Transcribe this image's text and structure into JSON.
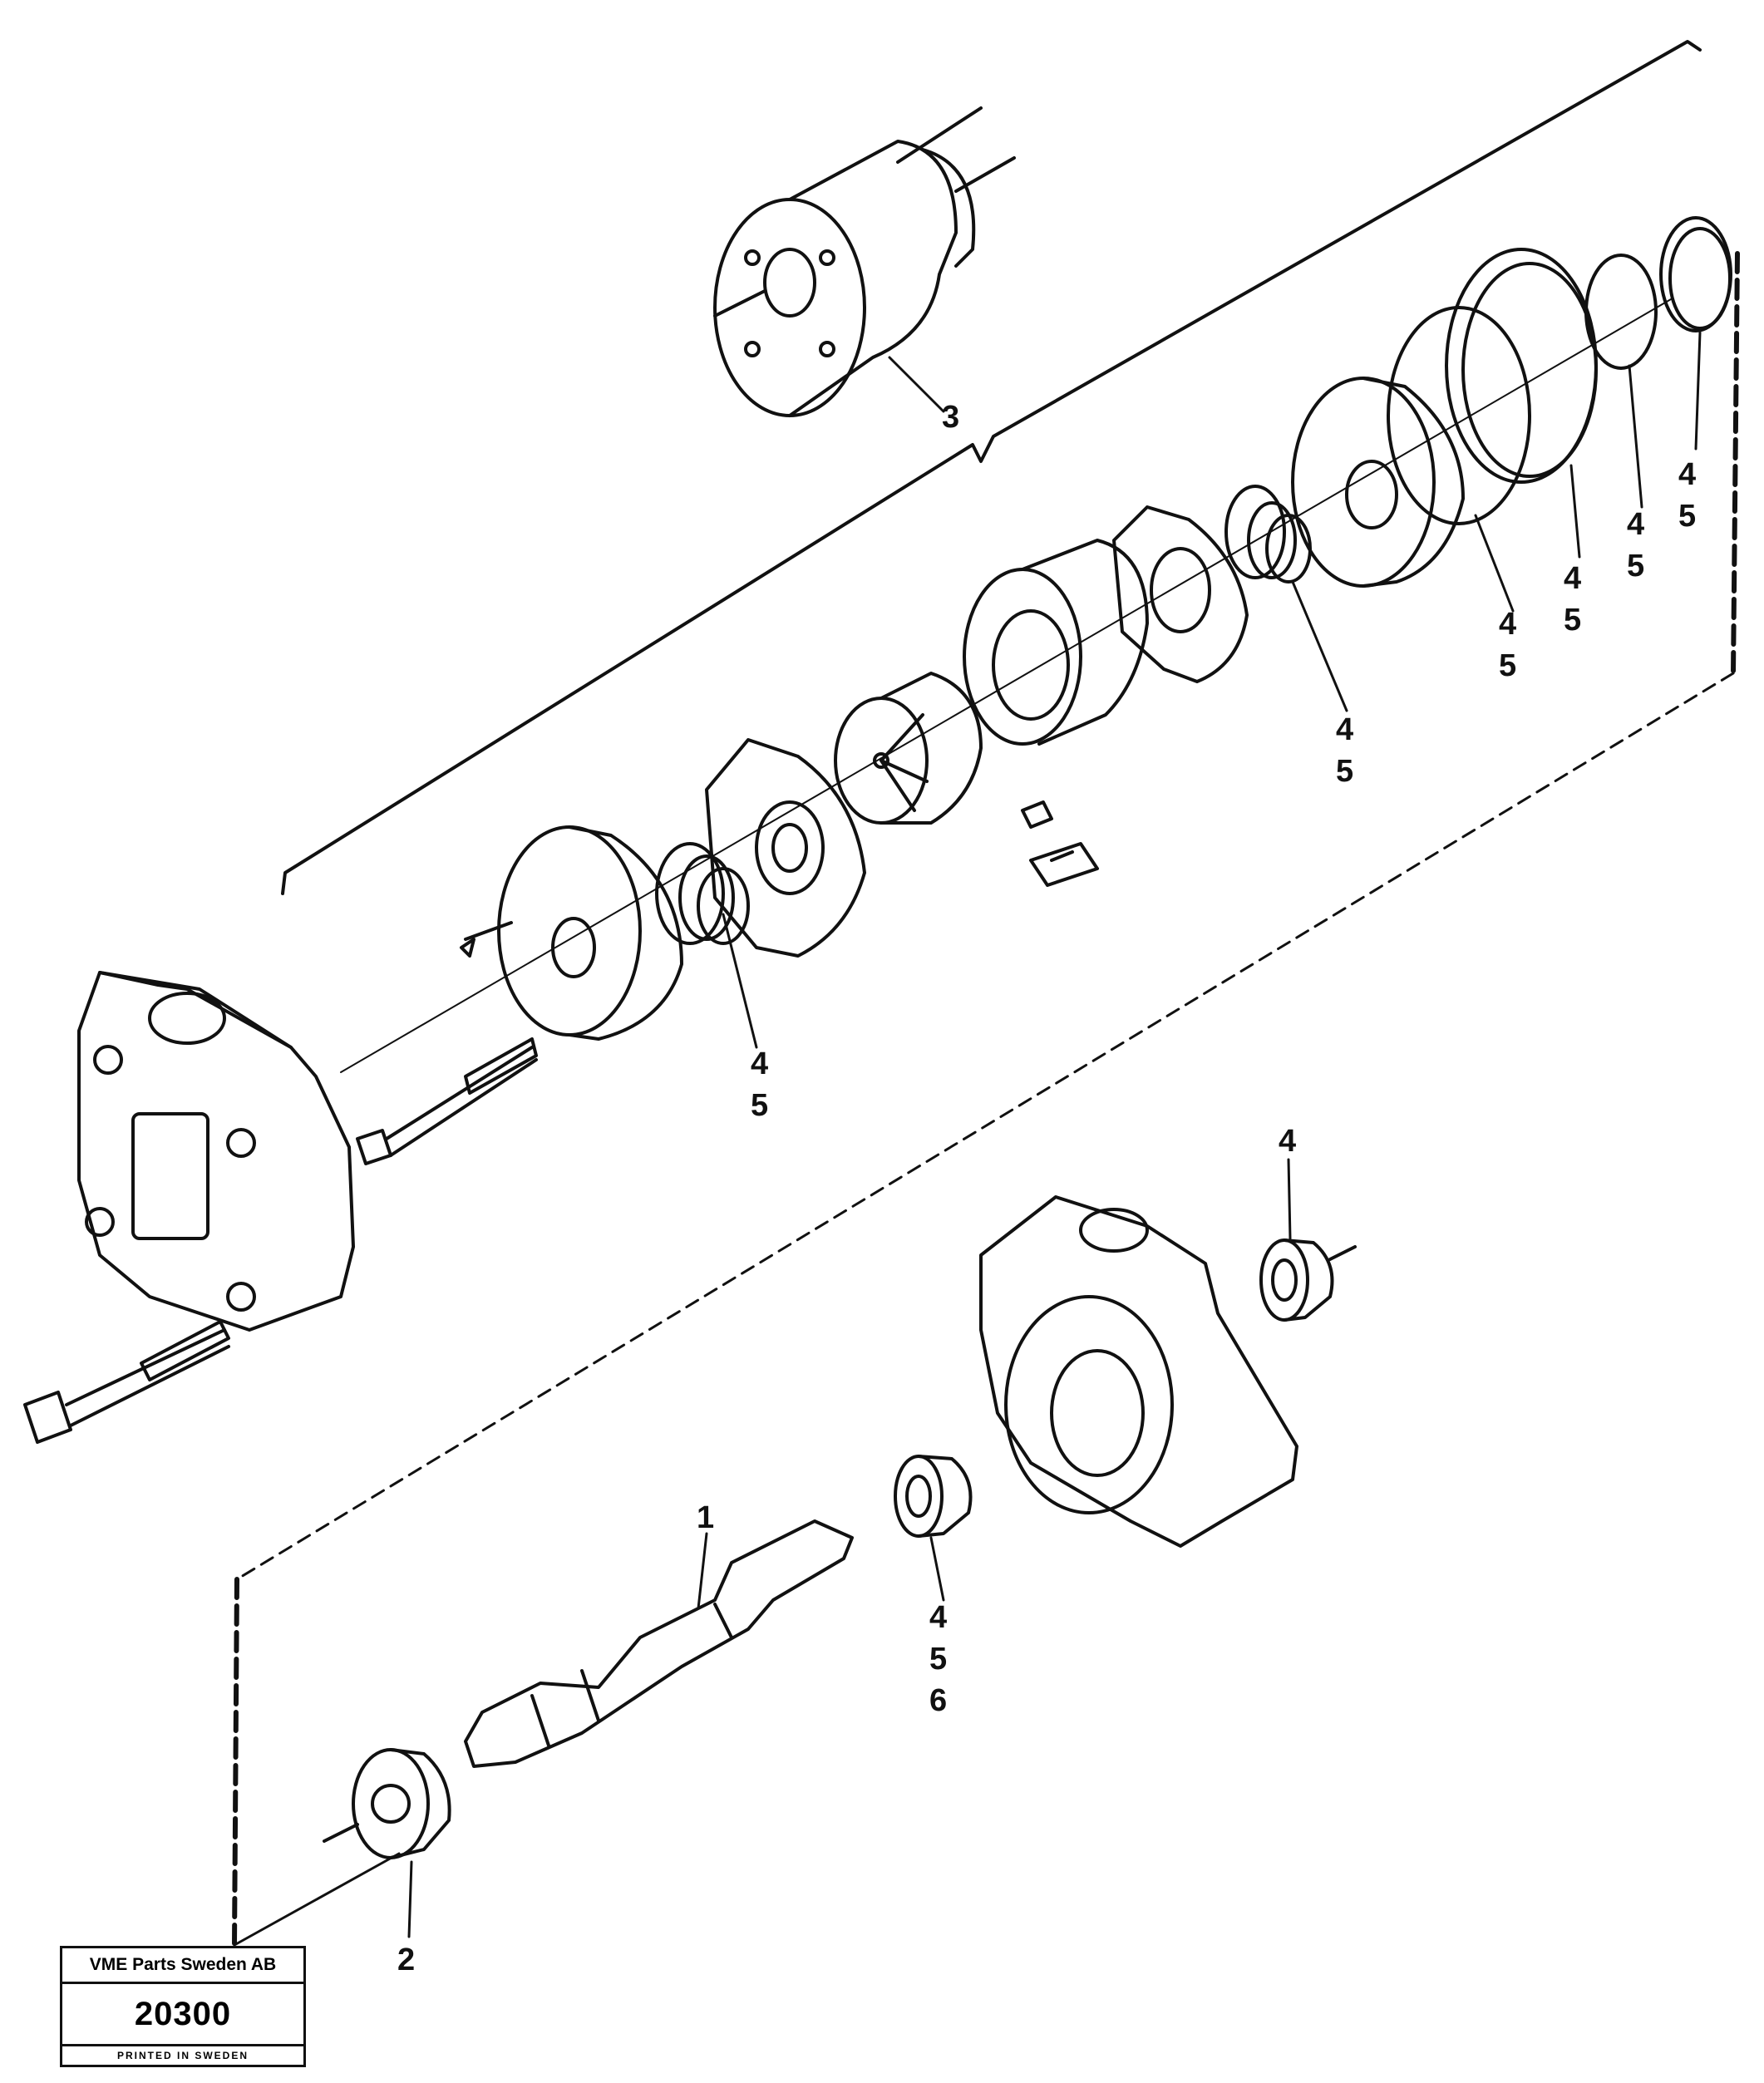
{
  "callouts": [
    {
      "id": "c1",
      "text": "1"
    },
    {
      "id": "c2",
      "text": "2"
    },
    {
      "id": "c3",
      "text": "3"
    },
    {
      "id": "c4a",
      "text": "4"
    },
    {
      "id": "c5a",
      "text": "5"
    },
    {
      "id": "c4b",
      "text": "4"
    },
    {
      "id": "c5b",
      "text": "5"
    },
    {
      "id": "c4c",
      "text": "4"
    },
    {
      "id": "c5c",
      "text": "5"
    },
    {
      "id": "c4d",
      "text": "4"
    },
    {
      "id": "c5d",
      "text": "5"
    },
    {
      "id": "c4e",
      "text": "4"
    },
    {
      "id": "c5e",
      "text": "5"
    },
    {
      "id": "c4f",
      "text": "4"
    },
    {
      "id": "c5f",
      "text": "5"
    },
    {
      "id": "c4g",
      "text": "4"
    },
    {
      "id": "c5g",
      "text": "5"
    },
    {
      "id": "c6g",
      "text": "6"
    },
    {
      "id": "c4h",
      "text": "4"
    }
  ],
  "stamp": {
    "company": "VME Parts Sweden AB",
    "number": "20300",
    "printed": "PRINTED IN SWEDEN"
  }
}
